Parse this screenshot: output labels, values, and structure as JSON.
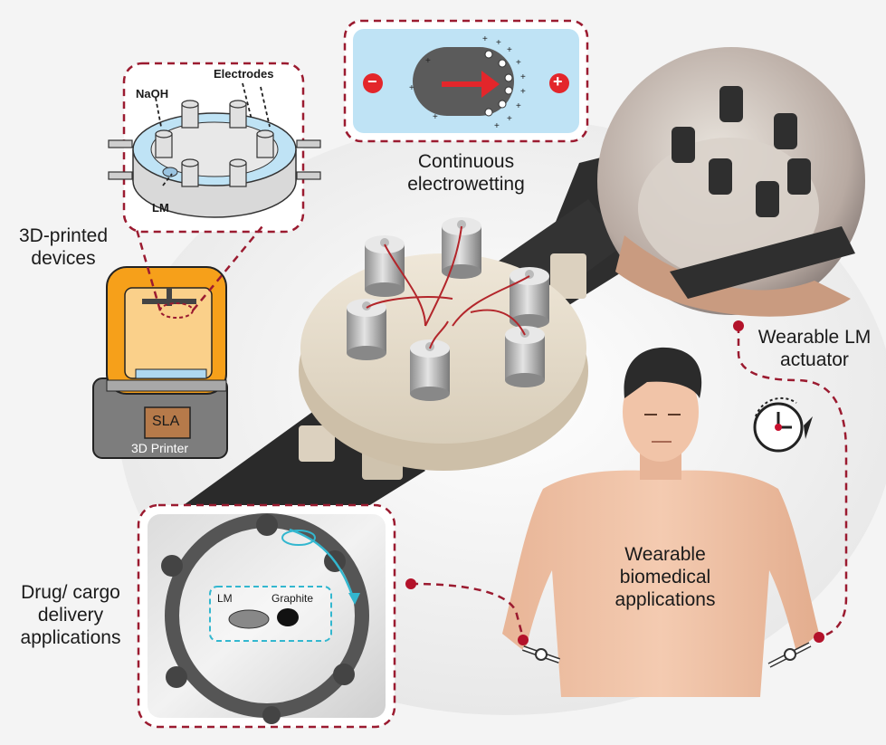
{
  "labels": {
    "continuous_electrowetting": "Continuous\nelectrowetting",
    "printed_devices": "3D-printed\ndevices",
    "wearable_actuator": "Wearable LM\nactuator",
    "wearable_biomedical": "Wearable\nbiomedical\napplications",
    "drug_delivery": "Drug/ cargo\ndelivery\napplications"
  },
  "device_inset": {
    "naoh": "NaOH",
    "electrodes": "Electrodes",
    "lm": "LM"
  },
  "printer": {
    "badge": "SLA",
    "caption": "3D Printer"
  },
  "electrowetting": {
    "minus": "−",
    "plus": "+"
  },
  "delivery_inset": {
    "lm": "LM",
    "graphite": "Graphite"
  },
  "colors": {
    "dashed_frame": "#9b1b30",
    "printer_orange": "#f6a01a",
    "arrow_red": "#e3262b",
    "ew_background": "#bfe3f5",
    "cyan_highlight": "#33b7cf"
  }
}
